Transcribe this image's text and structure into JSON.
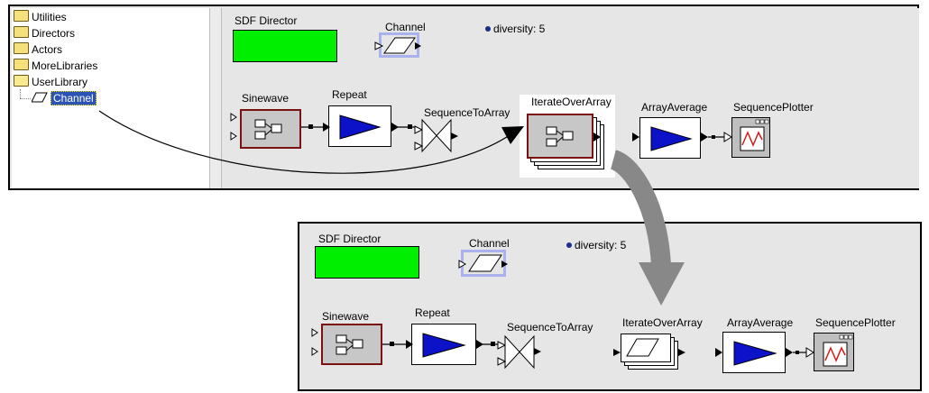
{
  "tree": {
    "items": [
      {
        "label": "Utilities",
        "icon": "folder-icon"
      },
      {
        "label": "Directors",
        "icon": "folder-icon"
      },
      {
        "label": "Actors",
        "icon": "folder-icon"
      },
      {
        "label": "MoreLibraries",
        "icon": "folder-icon"
      },
      {
        "label": "UserLibrary",
        "icon": "folder-open-icon"
      }
    ],
    "selected": {
      "label": "Channel",
      "icon": "parallelogram-icon"
    }
  },
  "top_canvas": {
    "director": "SDF Director",
    "channel": "Channel",
    "parameter": "diversity: 5",
    "actors": {
      "sinewave": "Sinewave",
      "repeat": "Repeat",
      "seq_to_array": "SequenceToArray",
      "iterate": "IterateOverArray",
      "average": "ArrayAverage",
      "plotter": "SequencePlotter"
    }
  },
  "bottom_canvas": {
    "director": "SDF Director",
    "channel": "Channel",
    "parameter": "diversity: 5",
    "actors": {
      "sinewave": "Sinewave",
      "repeat": "Repeat",
      "seq_to_array": "SequenceToArray",
      "iterate": "IterateOverArray",
      "average": "ArrayAverage",
      "plotter": "SequencePlotter"
    }
  },
  "colors": {
    "director": "#00ee00",
    "arrow_head": "#0b12c8",
    "composite_border": "#7a1212",
    "tree_selection": "#2b53b3",
    "drag_arrow": "#888888"
  }
}
